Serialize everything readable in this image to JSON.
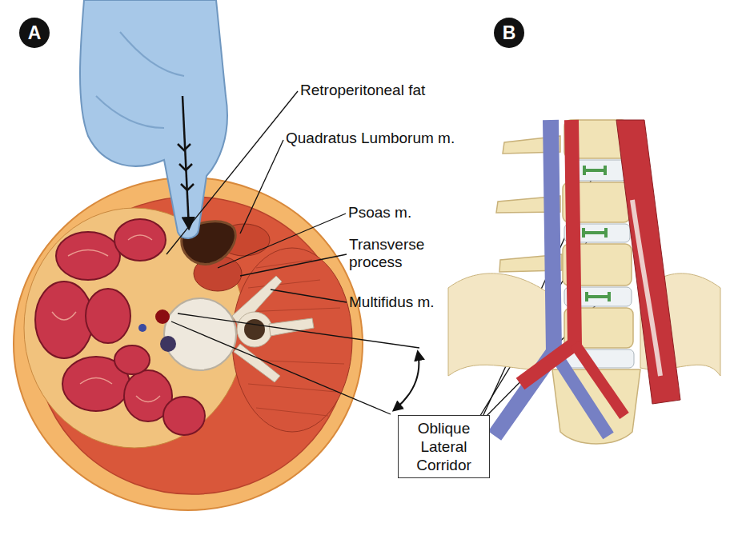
{
  "diagram": {
    "nodes": [
      {
        "text": [
          "A"
        ]
      },
      {
        "text": [
          "B"
        ]
      },
      {
        "text": [
          "Oblique Lateral Corridor"
        ]
      }
    ],
    "labels": [
      "Retroperitoneal fat",
      "Quadratus Lumborum m.",
      "Psoas m.",
      "Transverse process",
      "Multifidus m."
    ]
  }
}
